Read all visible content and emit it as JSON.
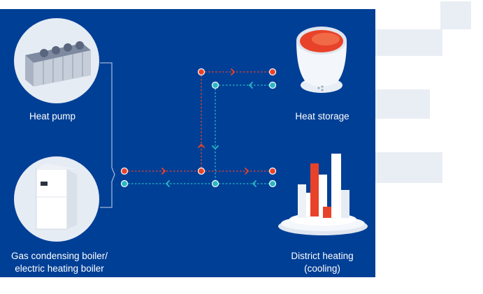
{
  "labels": {
    "heat_pump": "Heat pump",
    "heat_storage": "Heat storage",
    "boiler_line1": "Gas condensing boiler/",
    "boiler_line2": "electric heating boiler",
    "district_line1": "District heating",
    "district_line2": "(cooling)"
  },
  "colors": {
    "panel": "#003f96",
    "supply": "#e8432a",
    "return": "#2ab7c3",
    "decor": "#e9eef4"
  }
}
